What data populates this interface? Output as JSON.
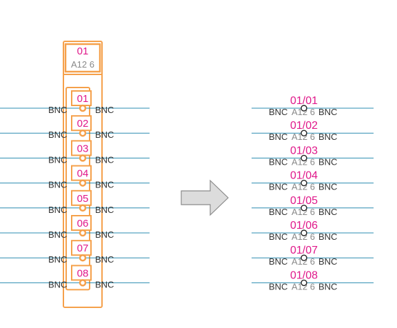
{
  "colors": {
    "wire": "#2a8bb0",
    "highlight": "#f5a04a",
    "highlight_fill": "#fde5cc",
    "label": "#e0188a",
    "text": "#333333",
    "subtext": "#888888",
    "arrow_fill": "#dcdcdc",
    "arrow_stroke": "#8a8a8a"
  },
  "left": {
    "header_label": "01",
    "header_sublabel": "A12 6",
    "connector_label": "BNC",
    "terminals": [
      {
        "label": "01"
      },
      {
        "label": "02"
      },
      {
        "label": "03"
      },
      {
        "label": "04"
      },
      {
        "label": "05"
      },
      {
        "label": "06"
      },
      {
        "label": "07"
      },
      {
        "label": "08"
      }
    ]
  },
  "arrow": {
    "icon": "right-arrow-icon"
  },
  "right": {
    "connector_label": "BNC",
    "sublabel": "A12 6",
    "terminals": [
      {
        "label": "01/01"
      },
      {
        "label": "01/02"
      },
      {
        "label": "01/03"
      },
      {
        "label": "01/04"
      },
      {
        "label": "01/05"
      },
      {
        "label": "01/06"
      },
      {
        "label": "01/07"
      },
      {
        "label": "01/08"
      }
    ]
  }
}
